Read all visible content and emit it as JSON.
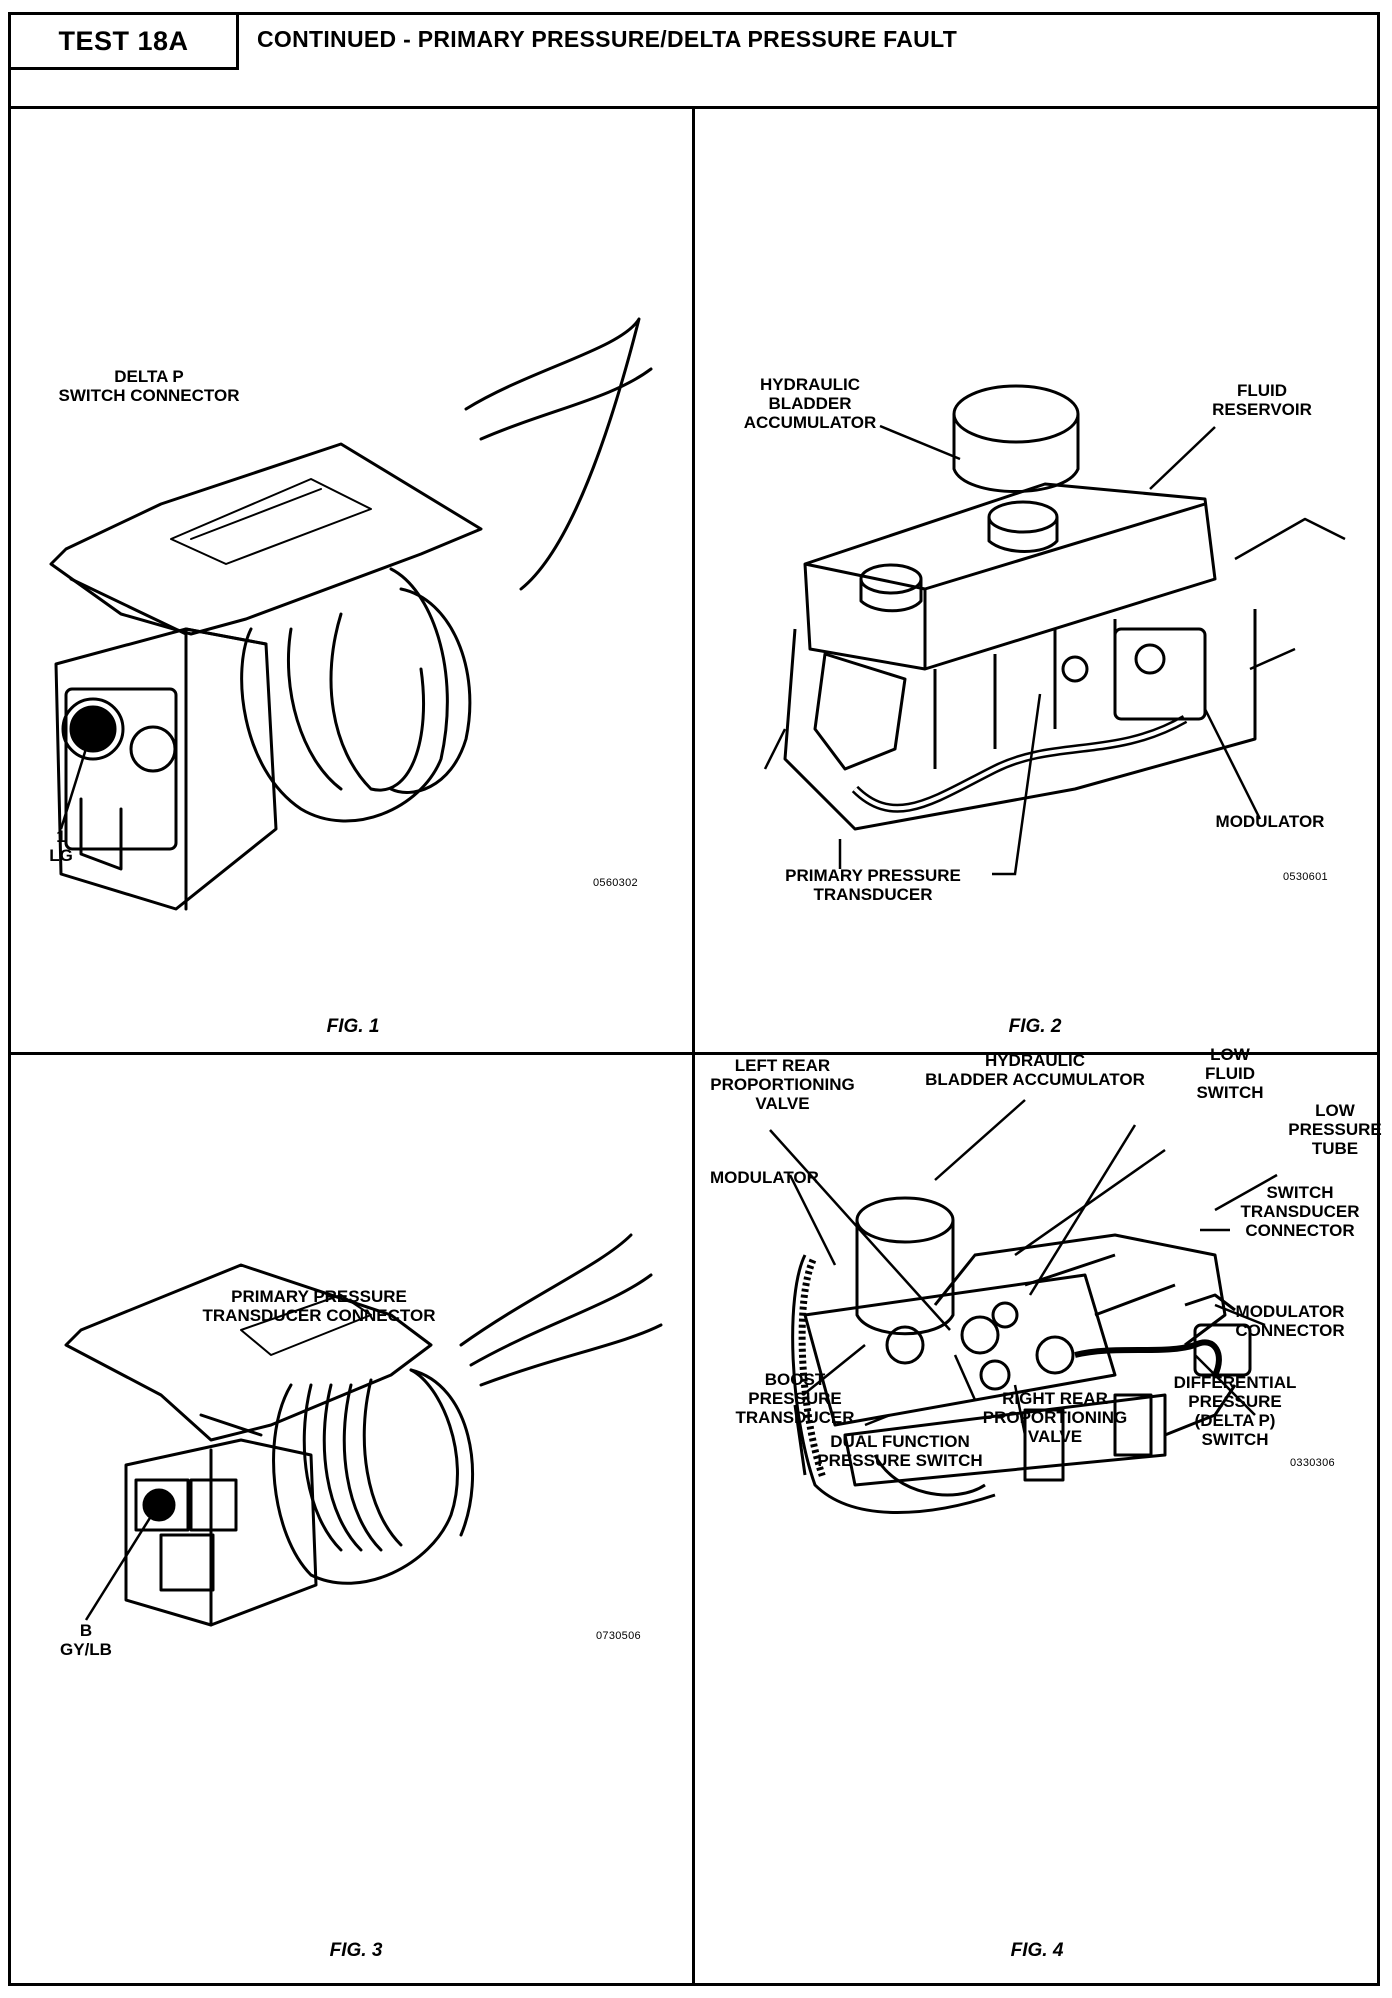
{
  "header": {
    "test_label": "TEST 18A",
    "title": "CONTINUED - PRIMARY PRESSURE/DELTA PRESSURE FAULT"
  },
  "fig1": {
    "connector_label": "DELTA P\nSWITCH CONNECTOR",
    "pin_label": "1\nLG",
    "code": "0560302",
    "caption": "FIG. 1"
  },
  "fig2": {
    "accumulator_label": "HYDRAULIC\nBLADDER\nACCUMULATOR",
    "reservoir_label": "FLUID\nRESERVOIR",
    "modulator_label": "MODULATOR",
    "transducer_label": "PRIMARY PRESSURE\nTRANSDUCER",
    "code": "0530601",
    "caption": "FIG. 2"
  },
  "fig3": {
    "connector_label": "PRIMARY PRESSURE\nTRANSDUCER CONNECTOR",
    "pin_label": "B\nGY/LB",
    "code": "0730506",
    "caption": "FIG. 3"
  },
  "fig4": {
    "accumulator_label": "HYDRAULIC\nBLADDER ACCUMULATOR",
    "left_rear_label": "LEFT REAR\nPROPORTIONING\nVALVE",
    "low_fluid_label": "LOW\nFLUID\nSWITCH",
    "low_pressure_label": "LOW\nPRESSURE\nTUBE",
    "modulator_label": "MODULATOR",
    "switch_transducer_label": "SWITCH\nTRANSDUCER\nCONNECTOR",
    "modulator_connector_label": "MODULATOR\nCONNECTOR",
    "boost_label": "BOOST\nPRESSURE\nTRANSDUCER",
    "right_rear_label": "RIGHT REAR\nPROPORTIONING\nVALVE",
    "differential_label": "DIFFERENTIAL\nPRESSURE\n(DELTA P)\nSWITCH",
    "dual_function_label": "DUAL FUNCTION\nPRESSURE SWITCH",
    "code": "0330306",
    "caption": "FIG. 4"
  }
}
